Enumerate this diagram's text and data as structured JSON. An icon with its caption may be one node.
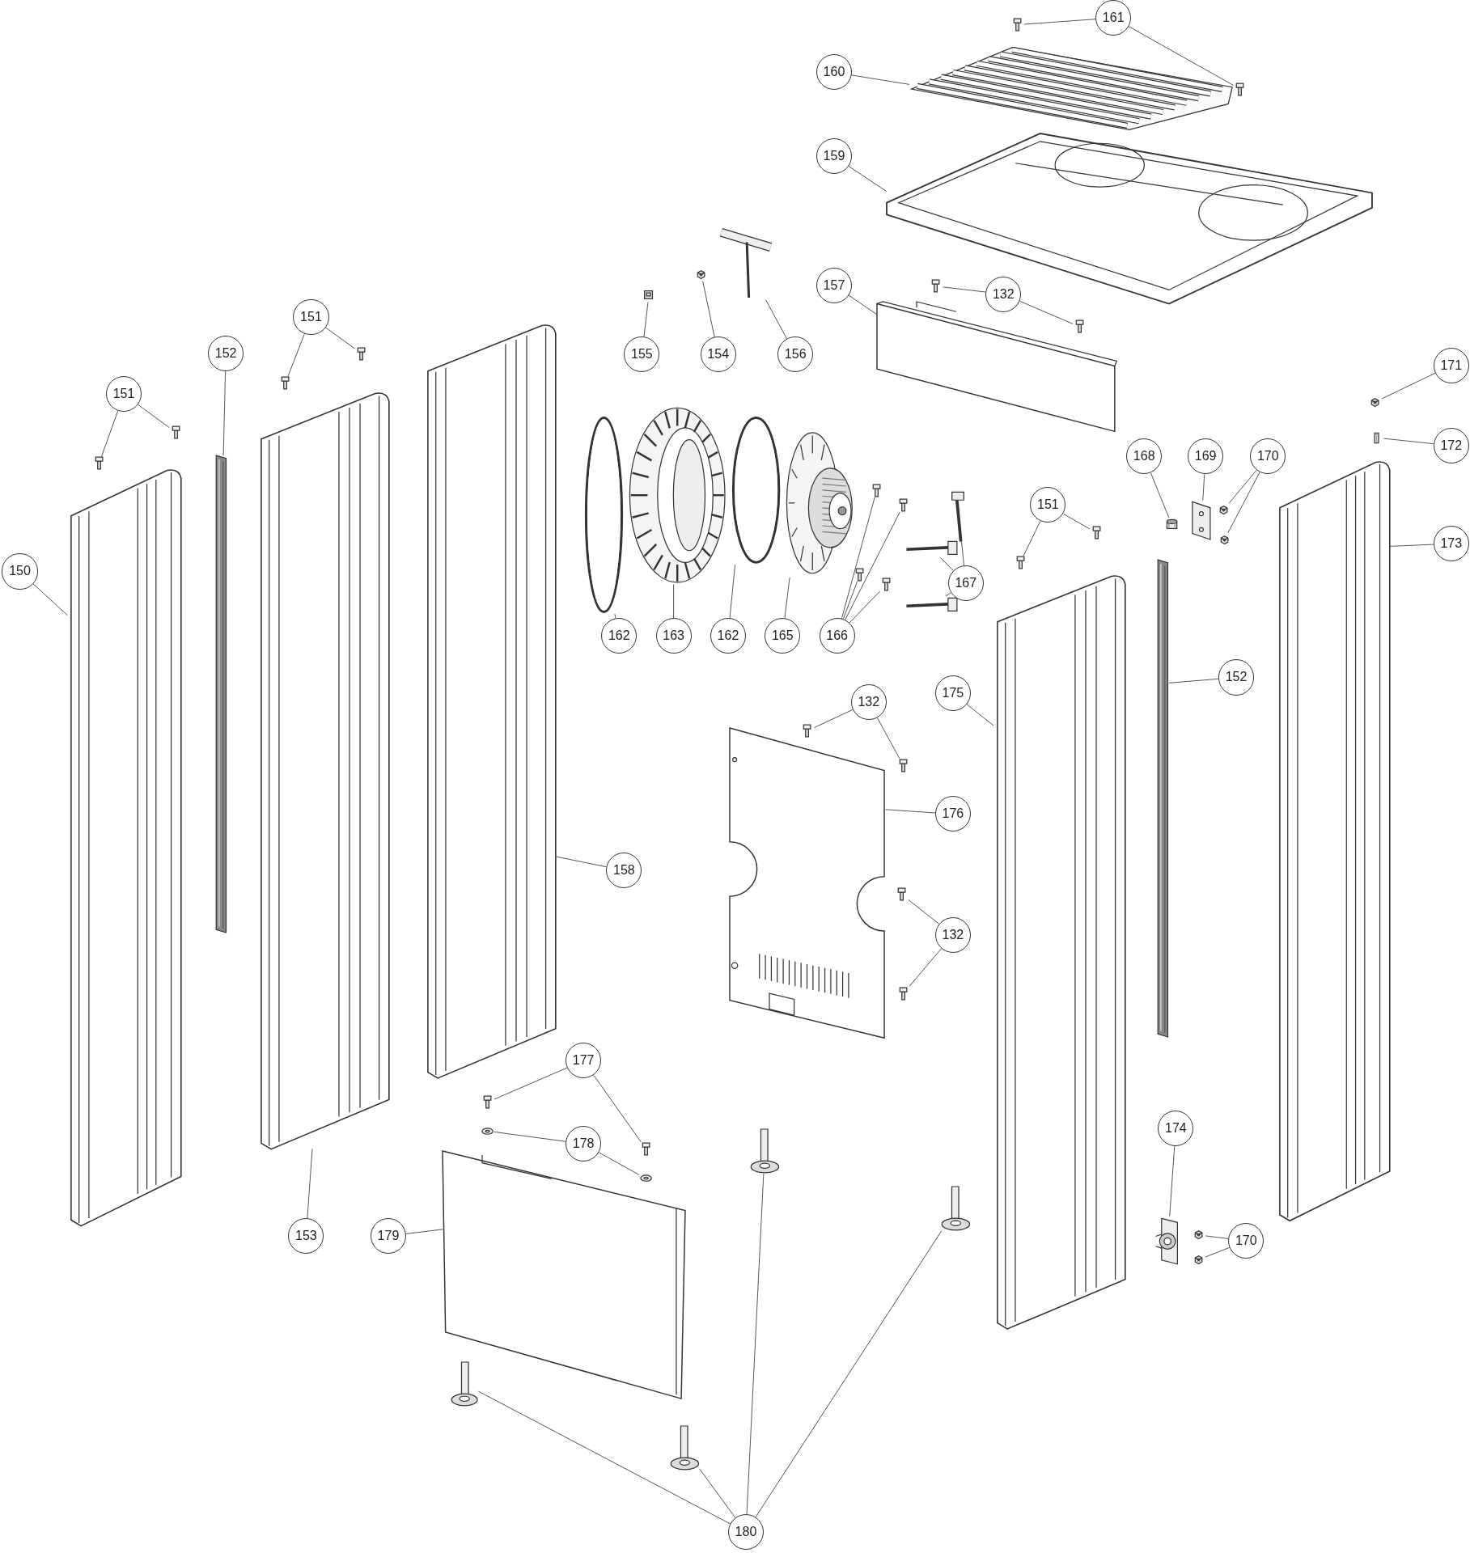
{
  "diagram": {
    "nodes": [
      {
        "text": [
          "161"
        ]
      },
      {
        "text": [
          "160"
        ]
      },
      {
        "text": [
          "159"
        ]
      },
      {
        "text": [
          "157"
        ]
      },
      {
        "text": [
          "132"
        ]
      },
      {
        "text": [
          "155"
        ]
      },
      {
        "text": [
          "154"
        ]
      },
      {
        "text": [
          "156"
        ]
      },
      {
        "text": [
          "151"
        ]
      },
      {
        "text": [
          "152"
        ]
      },
      {
        "text": [
          "151"
        ]
      },
      {
        "text": [
          "150"
        ]
      },
      {
        "text": [
          "171"
        ]
      },
      {
        "text": [
          "172"
        ]
      },
      {
        "text": [
          "168"
        ]
      },
      {
        "text": [
          "169"
        ]
      },
      {
        "text": [
          "170"
        ]
      },
      {
        "text": [
          "173"
        ]
      },
      {
        "text": [
          "151"
        ]
      },
      {
        "text": [
          "162"
        ]
      },
      {
        "text": [
          "163"
        ]
      },
      {
        "text": [
          "162"
        ]
      },
      {
        "text": [
          "165"
        ]
      },
      {
        "text": [
          "166"
        ]
      },
      {
        "text": [
          "167"
        ]
      },
      {
        "text": [
          "152"
        ]
      },
      {
        "text": [
          "175"
        ]
      },
      {
        "text": [
          "132"
        ]
      },
      {
        "text": [
          "176"
        ]
      },
      {
        "text": [
          "158"
        ]
      },
      {
        "text": [
          "132"
        ]
      },
      {
        "text": [
          "177"
        ]
      },
      {
        "text": [
          "178"
        ]
      },
      {
        "text": [
          "174"
        ]
      },
      {
        "text": [
          "179"
        ]
      },
      {
        "text": [
          "153"
        ]
      },
      {
        "text": [
          "170"
        ]
      },
      {
        "text": [
          "180"
        ]
      },
      {
        "text": [],
        "shape": "picture"
      },
      {
        "text": [],
        "shape": "picture"
      },
      {
        "text": [],
        "shape": "picture"
      },
      {
        "text": [],
        "shape": "picture"
      },
      {
        "text": [],
        "shape": "picture"
      },
      {
        "text": [],
        "shape": "picture"
      },
      {
        "text": [],
        "shape": "picture"
      },
      {
        "text": [],
        "shape": "picture"
      },
      {
        "text": [],
        "shape": "picture"
      },
      {
        "text": [],
        "shape": "picture"
      },
      {
        "text": [],
        "shape": "picture"
      },
      {
        "text": [],
        "shape": "picture"
      },
      {
        "text": [],
        "shape": "picture"
      },
      {
        "text": [],
        "shape": "picture"
      },
      {
        "text": [],
        "shape": "picture"
      },
      {
        "text": [],
        "shape": "picture"
      },
      {
        "text": [],
        "shape": "picture"
      },
      {
        "text": [],
        "shape": "picture"
      },
      {
        "text": [],
        "shape": "picture"
      },
      {
        "text": [],
        "shape": "picture"
      },
      {
        "text": [],
        "shape": "picture"
      },
      {
        "text": [],
        "shape": "picture"
      },
      {
        "text": [],
        "shape": "picture"
      },
      {
        "text": [],
        "shape": "picture"
      },
      {
        "text": [],
        "shape": "picture"
      },
      {
        "text": [],
        "shape": "picture"
      },
      {
        "text": [],
        "shape": "picture"
      },
      {
        "text": [],
        "shape": "picture"
      },
      {
        "text": [],
        "shape": "picture"
      },
      {
        "text": [],
        "shape": "picture"
      },
      {
        "text": [],
        "shape": "picture"
      },
      {
        "text": [],
        "shape": "picture"
      },
      {
        "text": [],
        "shape": "picture"
      },
      {
        "text": [],
        "shape": "picture"
      },
      {
        "text": [],
        "shape": "picture"
      },
      {
        "text": [],
        "shape": "picture"
      },
      {
        "text": [],
        "shape": "picture"
      },
      {
        "text": [],
        "shape": "picture"
      },
      {
        "text": [],
        "shape": "picture"
      },
      {
        "text": [],
        "shape": "picture"
      },
      {
        "text": [],
        "shape": "picture"
      },
      {
        "text": [],
        "shape": "picture"
      },
      {
        "text": [],
        "shape": "picture"
      },
      {
        "text": [],
        "shape": "picture"
      },
      {
        "text": [],
        "shape": "picture"
      },
      {
        "text": [],
        "shape": "picture"
      },
      {
        "text": [],
        "shape": "picture"
      },
      {
        "text": [],
        "shape": "picture"
      },
      {
        "text": [],
        "shape": "picture"
      },
      {
        "text": [],
        "shape": "picture"
      },
      {
        "text": [],
        "shape": "picture"
      },
      {
        "text": [],
        "shape": "picture"
      },
      {
        "text": [],
        "shape": "picture"
      },
      {
        "text": [],
        "shape": "picture"
      },
      {
        "text": [],
        "shape": "picture"
      },
      {
        "text": [],
        "shape": "picture"
      },
      {
        "text": [],
        "shape": "picture"
      }
    ],
    "edges": [
      {
        "from": 0,
        "to": 38,
        "arrow": "none"
      },
      {
        "from": 0,
        "to": 39,
        "arrow": "none"
      },
      {
        "from": 1,
        "to": 40,
        "arrow": "none"
      },
      {
        "from": 2,
        "to": 41,
        "arrow": "none"
      },
      {
        "from": 3,
        "to": 42,
        "arrow": "none"
      },
      {
        "from": 4,
        "to": 43,
        "arrow": "none"
      },
      {
        "from": 4,
        "to": 44,
        "arrow": "none"
      },
      {
        "from": 5,
        "to": 45,
        "arrow": "none"
      },
      {
        "from": 6,
        "to": 46,
        "arrow": "none"
      },
      {
        "from": 7,
        "to": 47,
        "arrow": "none"
      },
      {
        "from": 8,
        "to": 48,
        "arrow": "none"
      },
      {
        "from": 8,
        "to": 49,
        "arrow": "none"
      },
      {
        "from": 9,
        "to": 50,
        "arrow": "none"
      },
      {
        "from": 10,
        "to": 51,
        "arrow": "none"
      },
      {
        "from": 10,
        "to": 52,
        "arrow": "none"
      },
      {
        "from": 11,
        "to": 53,
        "arrow": "none"
      },
      {
        "from": 12,
        "to": 54,
        "arrow": "none"
      },
      {
        "from": 13,
        "to": 55,
        "arrow": "none"
      },
      {
        "from": 14,
        "to": 56,
        "arrow": "none"
      },
      {
        "from": 15,
        "to": 57,
        "arrow": "none"
      },
      {
        "from": 16,
        "to": 58,
        "arrow": "none"
      },
      {
        "from": 16,
        "to": 59,
        "arrow": "none"
      },
      {
        "from": 17,
        "to": 60,
        "arrow": "none"
      },
      {
        "from": 18,
        "to": 61,
        "arrow": "none"
      },
      {
        "from": 18,
        "to": 62,
        "arrow": "none"
      },
      {
        "from": 19,
        "to": 63,
        "arrow": "none"
      },
      {
        "from": 20,
        "to": 64,
        "arrow": "none"
      },
      {
        "from": 21,
        "to": 65,
        "arrow": "none"
      },
      {
        "from": 22,
        "to": 66,
        "arrow": "none"
      },
      {
        "from": 23,
        "to": 67,
        "arrow": "none"
      },
      {
        "from": 23,
        "to": 68,
        "arrow": "none"
      },
      {
        "from": 23,
        "to": 69,
        "arrow": "none"
      },
      {
        "from": 23,
        "to": 70,
        "arrow": "none"
      },
      {
        "from": 24,
        "to": 71,
        "arrow": "none"
      },
      {
        "from": 24,
        "to": 72,
        "arrow": "none"
      },
      {
        "from": 24,
        "to": 73,
        "arrow": "none"
      },
      {
        "from": 25,
        "to": 74,
        "arrow": "none"
      },
      {
        "from": 26,
        "to": 75,
        "arrow": "none"
      },
      {
        "from": 27,
        "to": 76,
        "arrow": "none"
      },
      {
        "from": 27,
        "to": 77,
        "arrow": "none"
      },
      {
        "from": 28,
        "to": 78,
        "arrow": "none"
      },
      {
        "from": 29,
        "to": 79,
        "arrow": "none"
      },
      {
        "from": 30,
        "to": 80,
        "arrow": "none"
      },
      {
        "from": 30,
        "to": 81,
        "arrow": "none"
      },
      {
        "from": 31,
        "to": 82,
        "arrow": "none"
      },
      {
        "from": 31,
        "to": 83,
        "arrow": "none"
      },
      {
        "from": 32,
        "to": 84,
        "arrow": "none"
      },
      {
        "from": 32,
        "to": 85,
        "arrow": "none"
      },
      {
        "from": 33,
        "to": 86,
        "arrow": "none"
      },
      {
        "from": 34,
        "to": 87,
        "arrow": "none"
      },
      {
        "from": 35,
        "to": 88,
        "arrow": "none"
      },
      {
        "from": 36,
        "to": 89,
        "arrow": "none"
      },
      {
        "from": 36,
        "to": 90,
        "arrow": "none"
      },
      {
        "from": 37,
        "to": 91,
        "arrow": "none"
      },
      {
        "from": 37,
        "to": 92,
        "arrow": "none"
      },
      {
        "from": 37,
        "to": 93,
        "arrow": "none"
      },
      {
        "from": 37,
        "to": 94,
        "arrow": "none"
      }
    ]
  }
}
